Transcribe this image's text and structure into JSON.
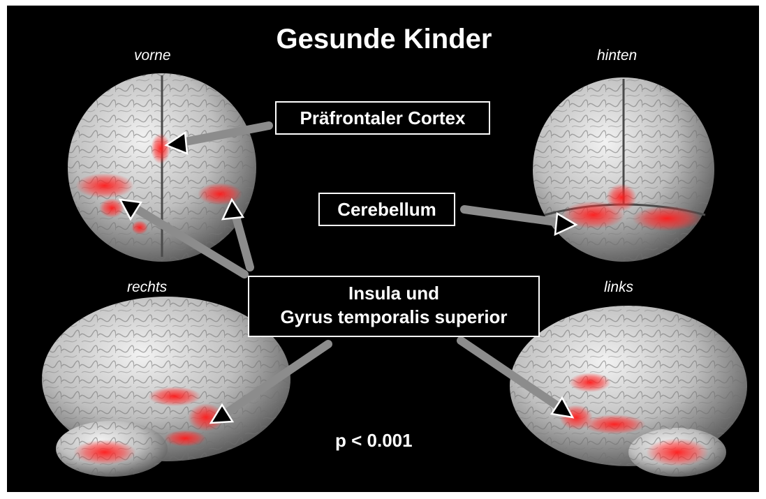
{
  "title": "Gesunde Kinder",
  "views": {
    "front": "vorne",
    "back": "hinten",
    "right": "rechts",
    "left": "links"
  },
  "labels": {
    "prefrontal": "Präfrontaler Cortex",
    "cerebellum": "Cerebellum",
    "insula_line1": "Insula und",
    "insula_line2": "Gyrus temporalis superior"
  },
  "p_value": "p < 0.001",
  "colors": {
    "background": "#000000",
    "activation": "#ff2a2a",
    "brain": "#bdbdbd",
    "arrow": "#8c8c8c"
  }
}
